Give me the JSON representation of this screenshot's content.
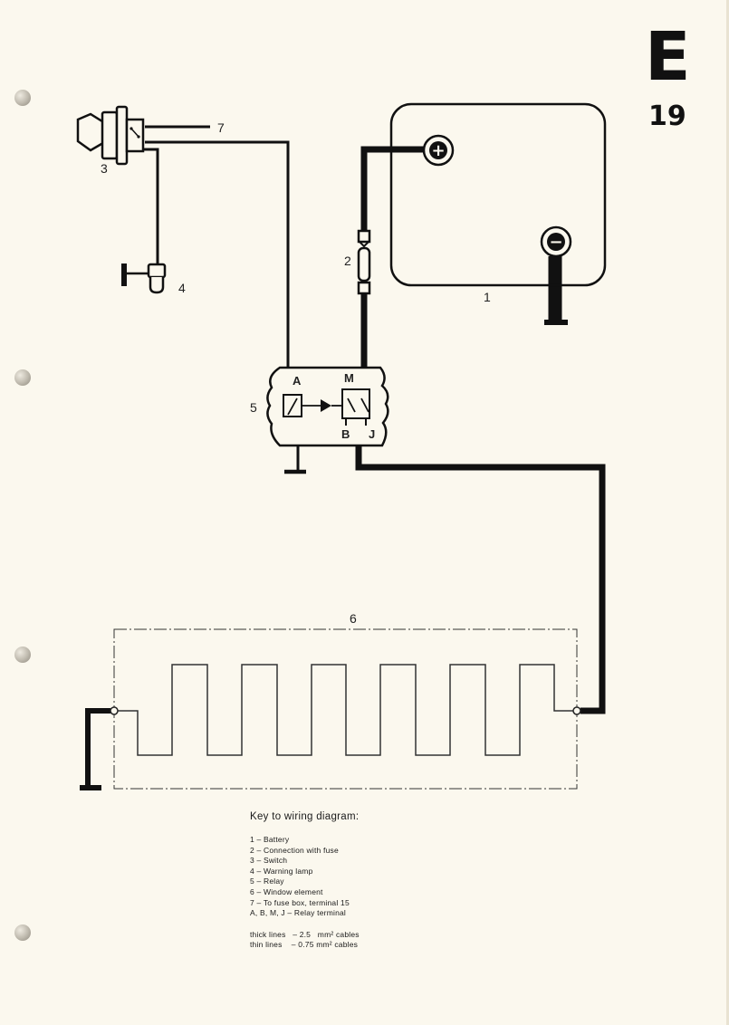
{
  "header": {
    "section_letter": "E",
    "section_number": "19"
  },
  "diagram": {
    "component_numbers": {
      "battery": "1",
      "fuse_connection": "2",
      "switch": "3",
      "warning_lamp": "4",
      "relay": "5",
      "window_element": "6",
      "fuse_box": "7"
    },
    "relay_terminals": {
      "a": "A",
      "m": "M",
      "b": "B",
      "j": "J"
    },
    "battery_symbols": {
      "positive": "+",
      "negative": "−"
    }
  },
  "key": {
    "title": "Key to wiring diagram:",
    "items": [
      "1 – Battery",
      "2 – Connection with fuse",
      "3 – Switch",
      "4 – Warning lamp",
      "5 – Relay",
      "6 – Window element",
      "7 – To fuse box, terminal 15",
      "A, B, M, J – Relay terminal"
    ],
    "cables": [
      "thick lines   – 2.5   mm² cables",
      "thin lines    – 0.75 mm² cables"
    ]
  }
}
